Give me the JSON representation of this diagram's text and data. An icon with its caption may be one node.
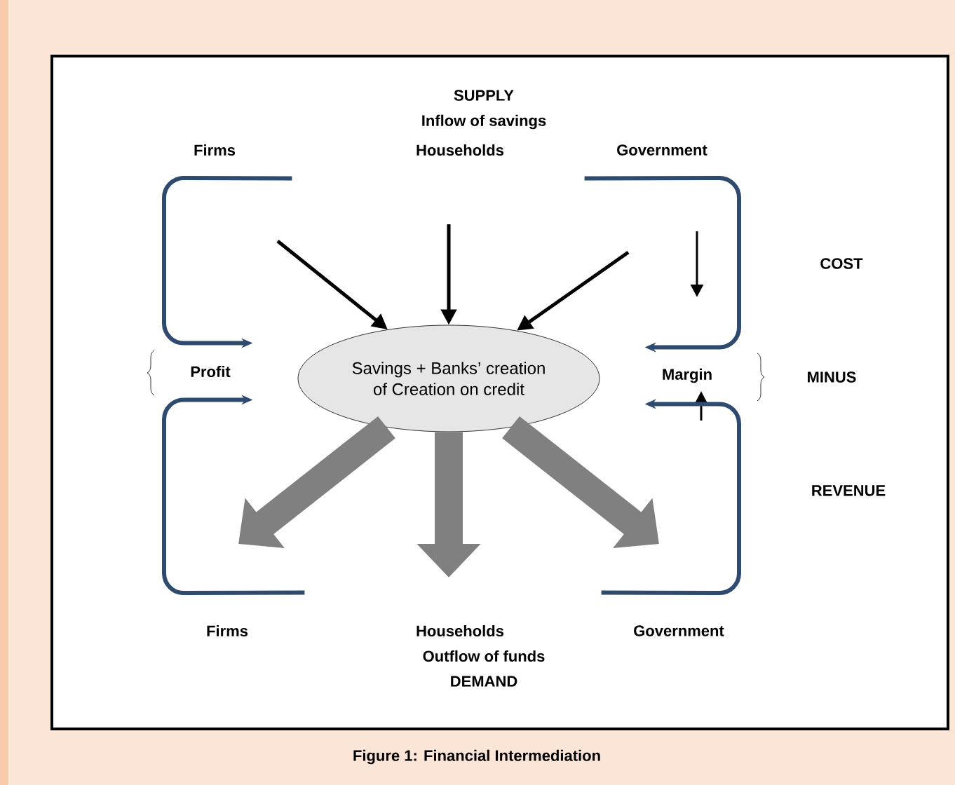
{
  "diagram": {
    "caption": "Figure 1: Financial Intermediation",
    "nodes": [
      {
        "text": [
          "Savings + Banks’ creation of Creation on credit"
        ]
      },
      {
        "text": [
          "Firms"
        ]
      },
      {
        "text": [
          "Households"
        ]
      },
      {
        "text": [
          "Government"
        ]
      },
      {
        "text": [
          "Firms"
        ]
      },
      {
        "text": [
          "Households"
        ]
      },
      {
        "text": [
          "Government"
        ]
      },
      {
        "text": [
          "Profit"
        ]
      },
      {
        "text": [
          "Margin"
        ]
      }
    ],
    "edges": [
      {
        "from": null,
        "to": 0,
        "arrow": "to",
        "color": "#000000"
      },
      {
        "from": null,
        "to": 0,
        "arrow": "to",
        "color": "#000000"
      },
      {
        "from": null,
        "to": 0,
        "arrow": "to",
        "color": "#000000"
      },
      {
        "from": 0,
        "to": null,
        "arrow": "to",
        "style": "thick",
        "color": "#808080"
      },
      {
        "from": 0,
        "to": null,
        "arrow": "to",
        "style": "thick",
        "color": "#808080"
      },
      {
        "from": 0,
        "to": null,
        "arrow": "to",
        "style": "thick",
        "color": "#808080"
      },
      {
        "from": 1,
        "to": 7,
        "arrow": "to",
        "color": "#2e4a6e"
      },
      {
        "from": 4,
        "to": 7,
        "arrow": "to",
        "color": "#2e4a6e"
      },
      {
        "from": 3,
        "to": 8,
        "arrow": "to",
        "color": "#2e4a6e"
      },
      {
        "from": 6,
        "to": 8,
        "arrow": "to",
        "color": "#2e4a6e"
      }
    ],
    "labels": [
      "SUPPLY",
      "Inflow of savings",
      "COST",
      "MINUS",
      "REVENUE",
      "Outflow of funds",
      "DEMAND"
    ]
  }
}
